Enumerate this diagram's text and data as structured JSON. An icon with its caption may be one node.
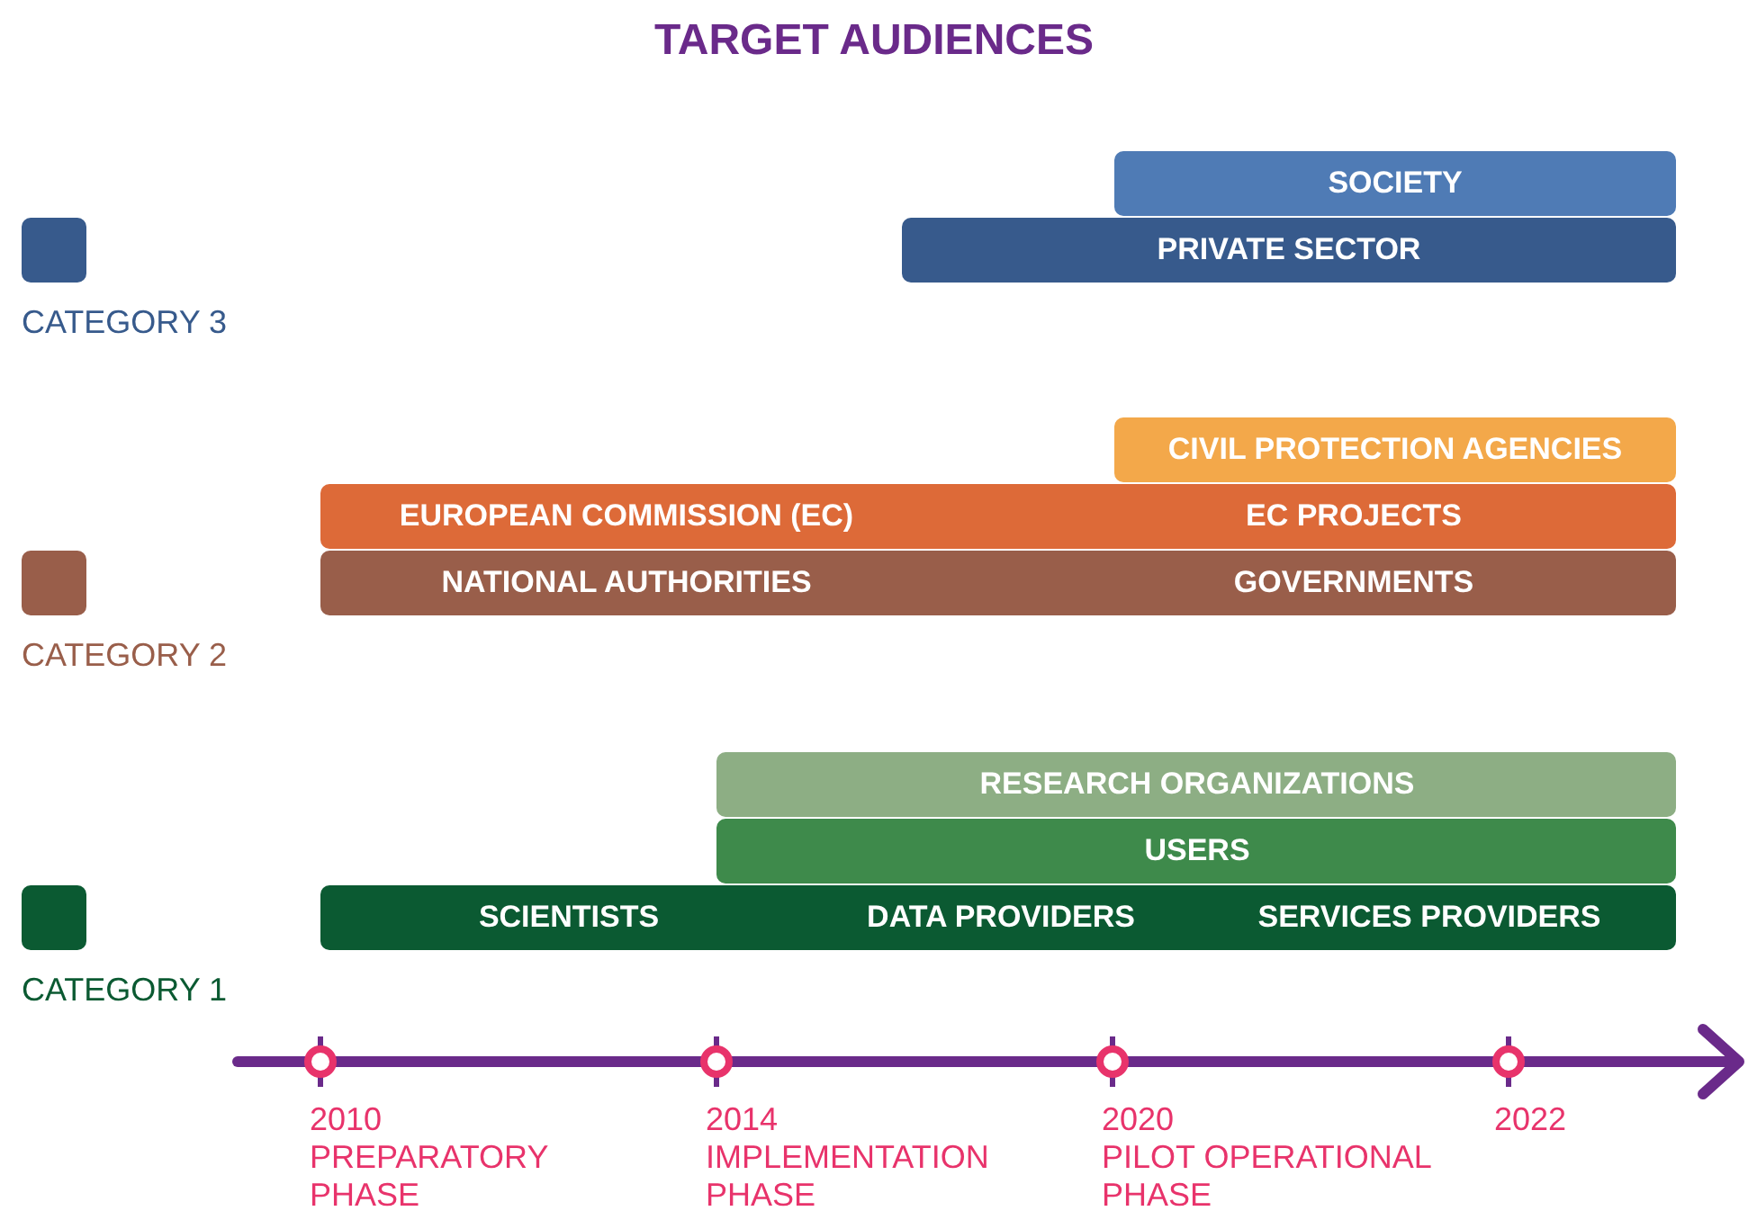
{
  "diagram": {
    "title": "TARGET AUDIENCES",
    "nodes": [
      {
        "text": [
          "SOCIETY"
        ]
      },
      {
        "text": [
          "PRIVATE SECTOR"
        ]
      },
      {
        "text": [
          "CIVIL PROTECTION AGENCIES"
        ]
      },
      {
        "text": [
          "EUROPEAN COMMISSION (EC)",
          "EC PROJECTS"
        ]
      },
      {
        "text": [
          "NATIONAL AUTHORITIES",
          "GOVERNMENTS"
        ]
      },
      {
        "text": [
          "RESEARCH ORGANIZATIONS"
        ]
      },
      {
        "text": [
          "USERS"
        ]
      },
      {
        "text": [
          "SCIENTISTS",
          "DATA PROVIDERS",
          "SERVICES PROVIDERS"
        ]
      }
    ],
    "labels": [
      "2010",
      "PREPARATORY PHASE",
      "2014",
      "IMPLEMENTATION PHASE",
      "2020",
      "PILOT OPERATIONAL PHASE",
      "2022"
    ],
    "legend": [
      {
        "text": "CATEGORY 3",
        "color": "#375a8c"
      },
      {
        "text": "CATEGORY 2",
        "color": "#995e4a"
      },
      {
        "text": "CATEGORY 1",
        "color": "#0b5a32"
      }
    ]
  }
}
